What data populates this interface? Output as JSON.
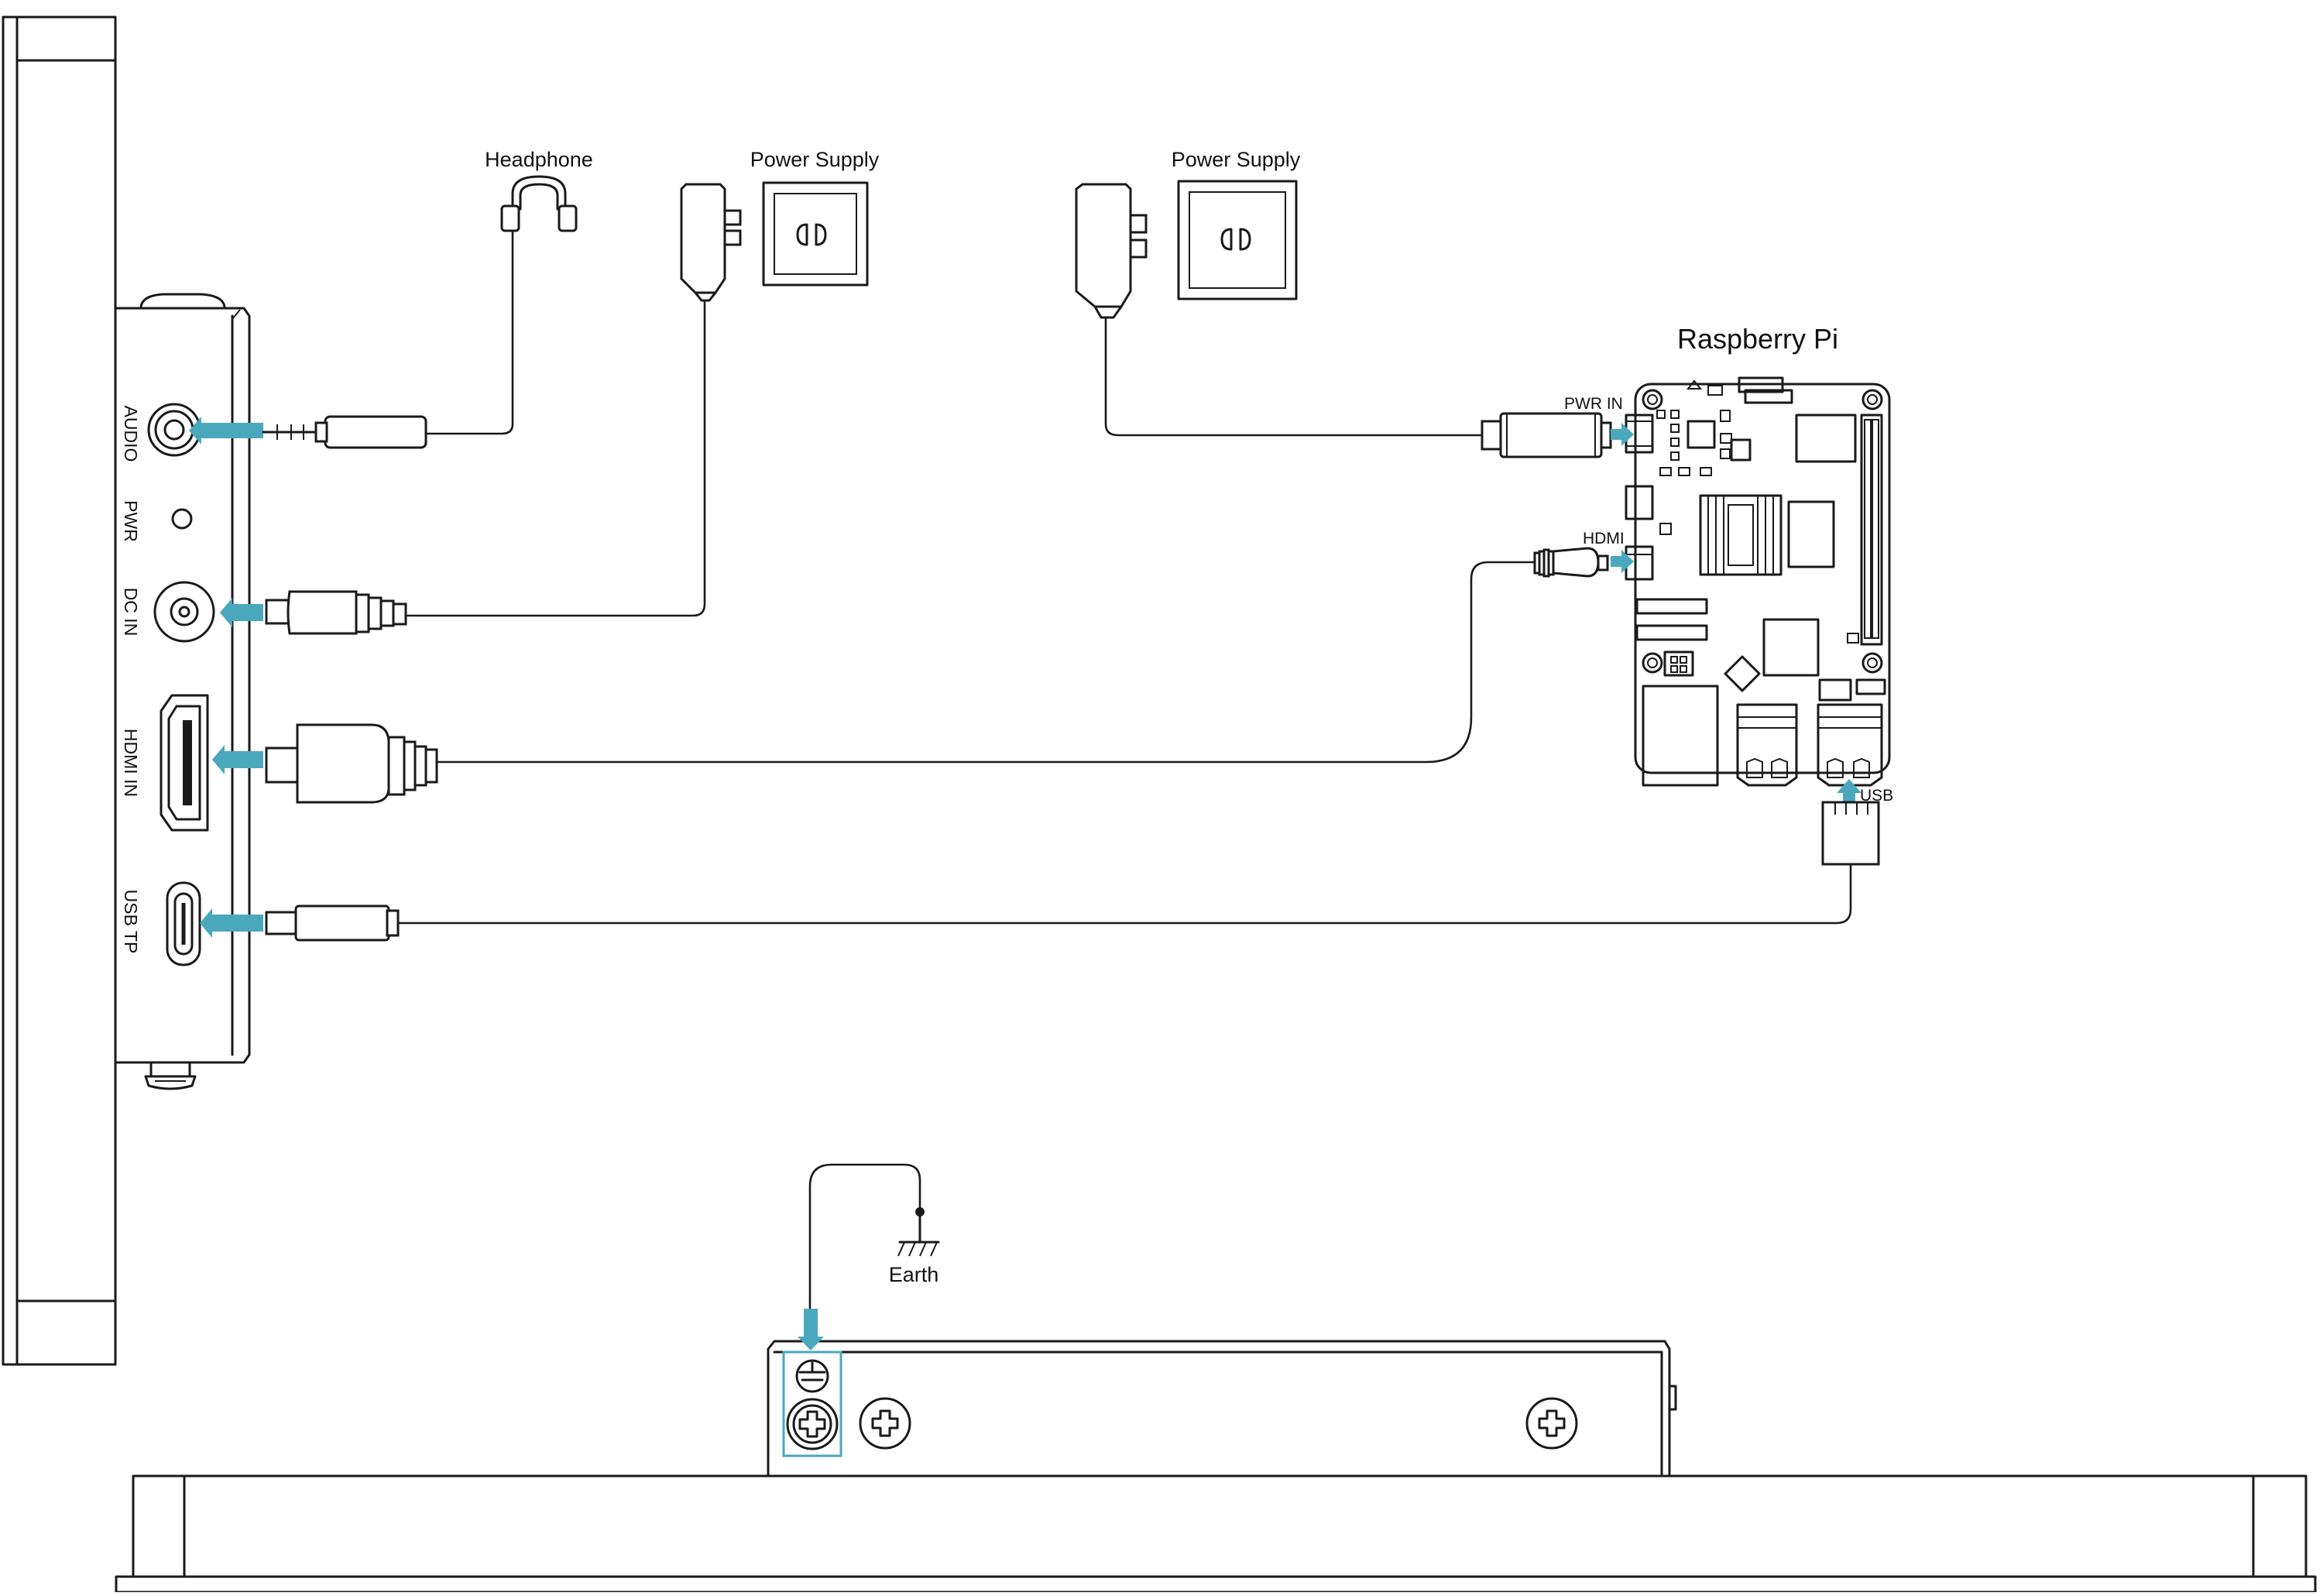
{
  "labels": {
    "headphone": "Headphone",
    "power_supply_1": "Power Supply",
    "power_supply_2": "Power Supply",
    "raspberry_pi": "Raspberry Pi",
    "pwr_in": "PWR IN",
    "hdmi": "HDMI",
    "usb": "USB",
    "earth": "Earth"
  },
  "ports": {
    "audio": "AUDIO",
    "pwr": "PWR",
    "dc_in": "DC IN",
    "hdmi_in": "HDMI IN",
    "usb_tp": "USB TP"
  },
  "colors": {
    "arrow": "#4aa8bd",
    "line": "#1a1a1a",
    "background": "#ffffff"
  }
}
